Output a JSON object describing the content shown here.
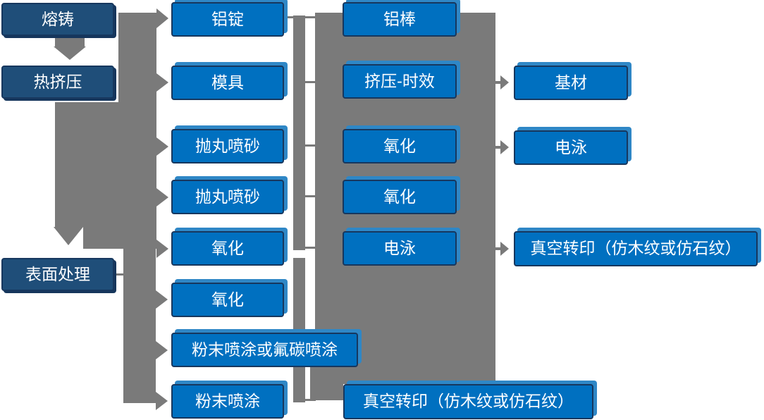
{
  "diagram": {
    "type": "flowchart",
    "description_language": "zh-CN",
    "stage_column": [
      "熔铸",
      "热挤压",
      "表面处理"
    ],
    "process_column_1": [
      "铝锭",
      "模具",
      "抛丸喷砂",
      "抛丸喷砂",
      "氧化",
      "氧化",
      "粉末喷涂或氟碳喷涂",
      "粉末喷涂"
    ],
    "process_column_2": [
      "铝棒",
      "挤压-时效",
      "氧化",
      "氧化",
      "电泳",
      "真空转印（仿木纹或仿石纹）"
    ],
    "result_column": [
      "基材",
      "电泳",
      "真空转印（仿木纹或仿石纹）"
    ]
  },
  "colors": {
    "stage_box_fill": "#1F4E79",
    "process_box_fill": "#0070C0",
    "box_border": "#17375E",
    "box_shadow_light": "#2F87C6",
    "box_shadow_dark": "#16365C",
    "connector_gray": "#7A7A7A",
    "text": "#FFFFFF",
    "background": "#FFFFFF"
  }
}
